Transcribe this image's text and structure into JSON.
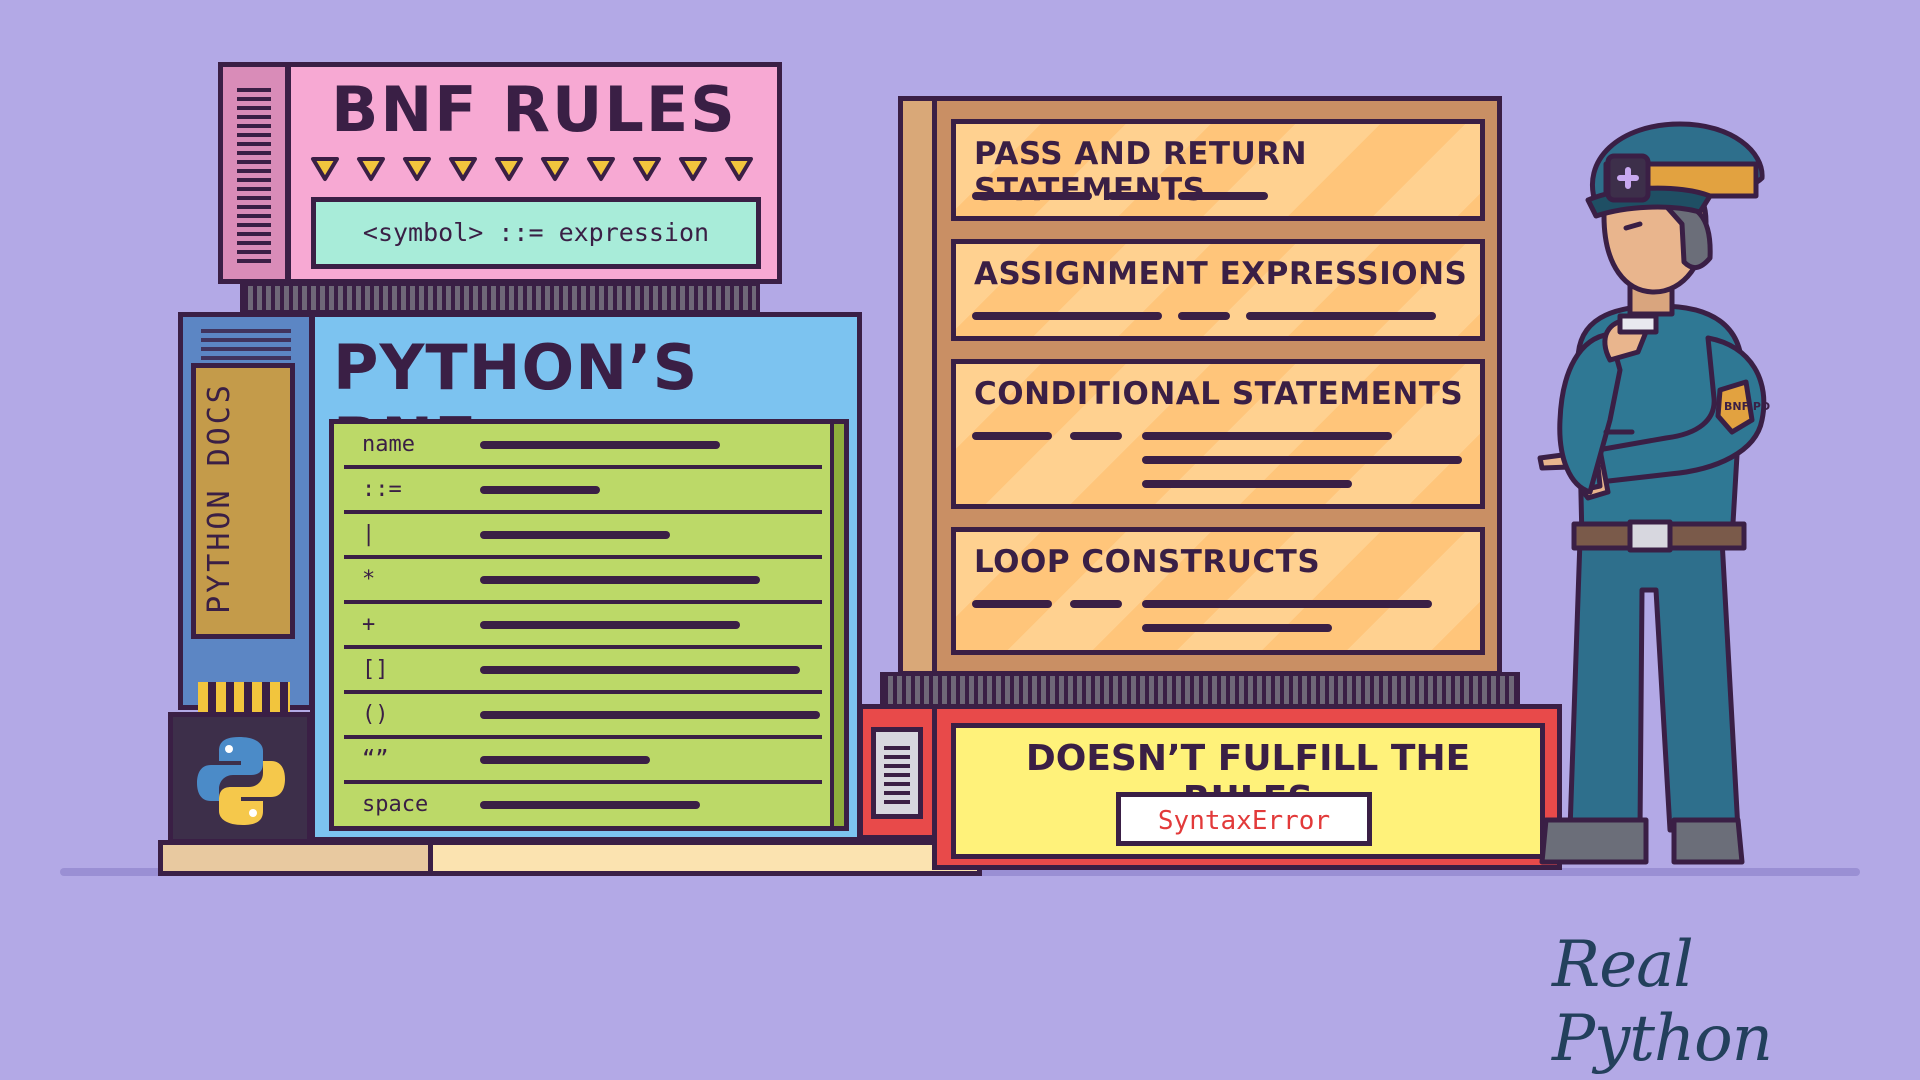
{
  "bnf_rules": {
    "title": "BNF RULES",
    "syntax": "<symbol> ::= expression"
  },
  "python_bnf": {
    "title": "PYTHON’S BNF",
    "rows": [
      "name",
      "::=",
      "|",
      "*",
      "+",
      "[]",
      "()",
      "“”",
      "space"
    ]
  },
  "python_docs": {
    "label": "PYTHON DOCS"
  },
  "statements": [
    "PASS AND RETURN STATEMENTS",
    "ASSIGNMENT EXPRESSIONS",
    "CONDITIONAL STATEMENTS",
    "LOOP CONSTRUCTS"
  ],
  "error_panel": {
    "title": "DOESN’T FULFILL THE RULES",
    "error": "SyntaxError"
  },
  "officer": {
    "badge": "BNF PD"
  },
  "brand": {
    "logo": "Real Python"
  },
  "colors": {
    "background": "#b3a9e6",
    "outline": "#3a1f45",
    "pink_panel": "#f7a9d3",
    "blue_panel": "#7cc3f0",
    "green_table": "#bcd968",
    "orange_card": "#ffd190",
    "yellow_panel": "#fff27a",
    "red_frame": "#e84a4a",
    "error_text": "#e23a3a"
  }
}
